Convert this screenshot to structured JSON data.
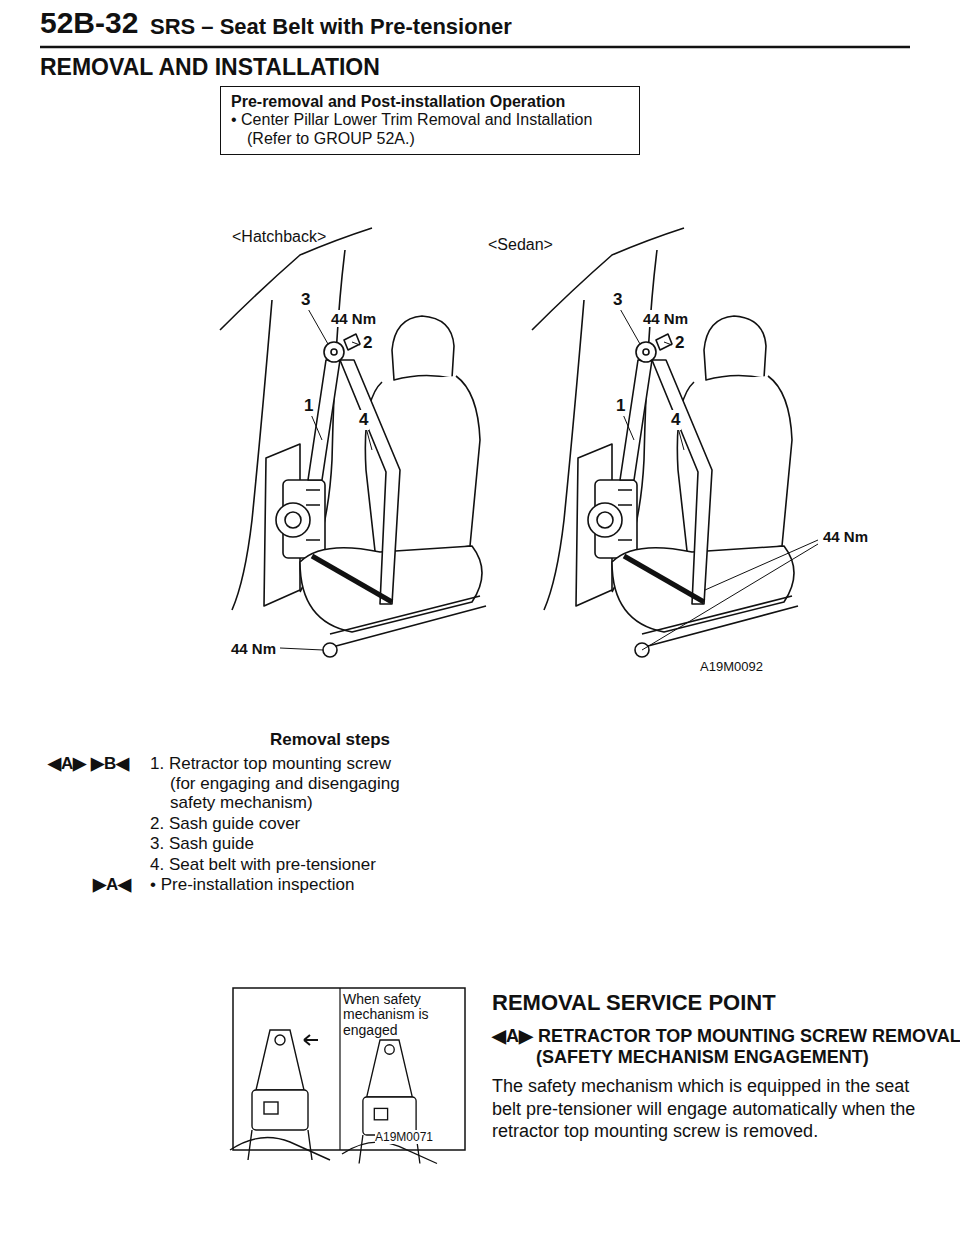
{
  "diagram": {
    "title": "REMOVAL AND INSTALLATION",
    "nodes": [
      {
        "text": [
          "Pre-removal and Post-installation Operation",
          "• Center Pillar Lower Trim Removal and Installation (Refer to GROUP 52A.)"
        ]
      },
      {
        "text": [
          "When safety mechanism is engaged",
          "A19M0071"
        ]
      }
    ],
    "labels": [
      "52B-32",
      "SRS – Seat Belt with Pre-tensioner",
      "<Hatchback>",
      "<Sedan>",
      "3",
      "44 Nm",
      "2",
      "1",
      "4",
      "44 Nm",
      "3",
      "44 Nm",
      "2",
      "1",
      "4",
      "44 Nm",
      "A19M0092",
      "Removal steps",
      "◀A▶ ▶B◀",
      "1. Retractor top mounting screw (for engaging and disengaging safety mechanism)",
      "2. Sash guide cover",
      "3. Sash guide",
      "4. Seat belt with pre-tensioner",
      "▶A◀",
      "• Pre-installation inspection",
      "REMOVAL SERVICE POINT",
      "◀A▶ RETRACTOR TOP MOUNTING SCREW REMOVAL (SAFETY MECHANISM ENGAGEMENT)",
      "The safety mechanism which is equipped in the seat belt pre-tensioner will engage automatically when the retractor top mounting screw is removed."
    ]
  }
}
